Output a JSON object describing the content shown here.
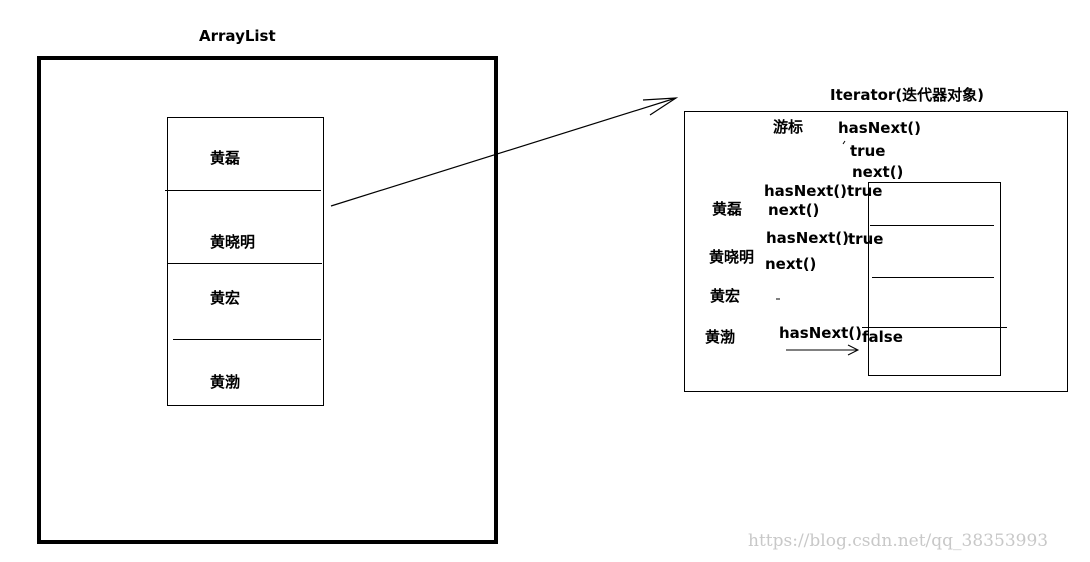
{
  "arraylist": {
    "title": "ArrayList",
    "items": [
      "黄磊",
      "黄晓明",
      "黄宏",
      "黄渤"
    ]
  },
  "iterator": {
    "title": "Iterator(迭代器对象)",
    "cursor_label": "游标",
    "items": [
      "黄磊",
      "黄晓明",
      "黄宏",
      "黄渤"
    ],
    "annotations": {
      "hasnext_top": "hasNext()",
      "true_top": "true",
      "next_top": "next()",
      "hasnext_1": "hasNext()",
      "true_1": "true",
      "next_1": "next()",
      "hasnext_2": "hasNext()",
      "true_2": "true",
      "next_2": "next()",
      "hasnext_3": "hasNext()",
      "false_3": "false"
    }
  },
  "watermark": "https://blog.csdn.net/qq_38353993",
  "colors": {
    "stroke": "#000000",
    "background": "#ffffff",
    "watermark": "#c8c8c8"
  }
}
